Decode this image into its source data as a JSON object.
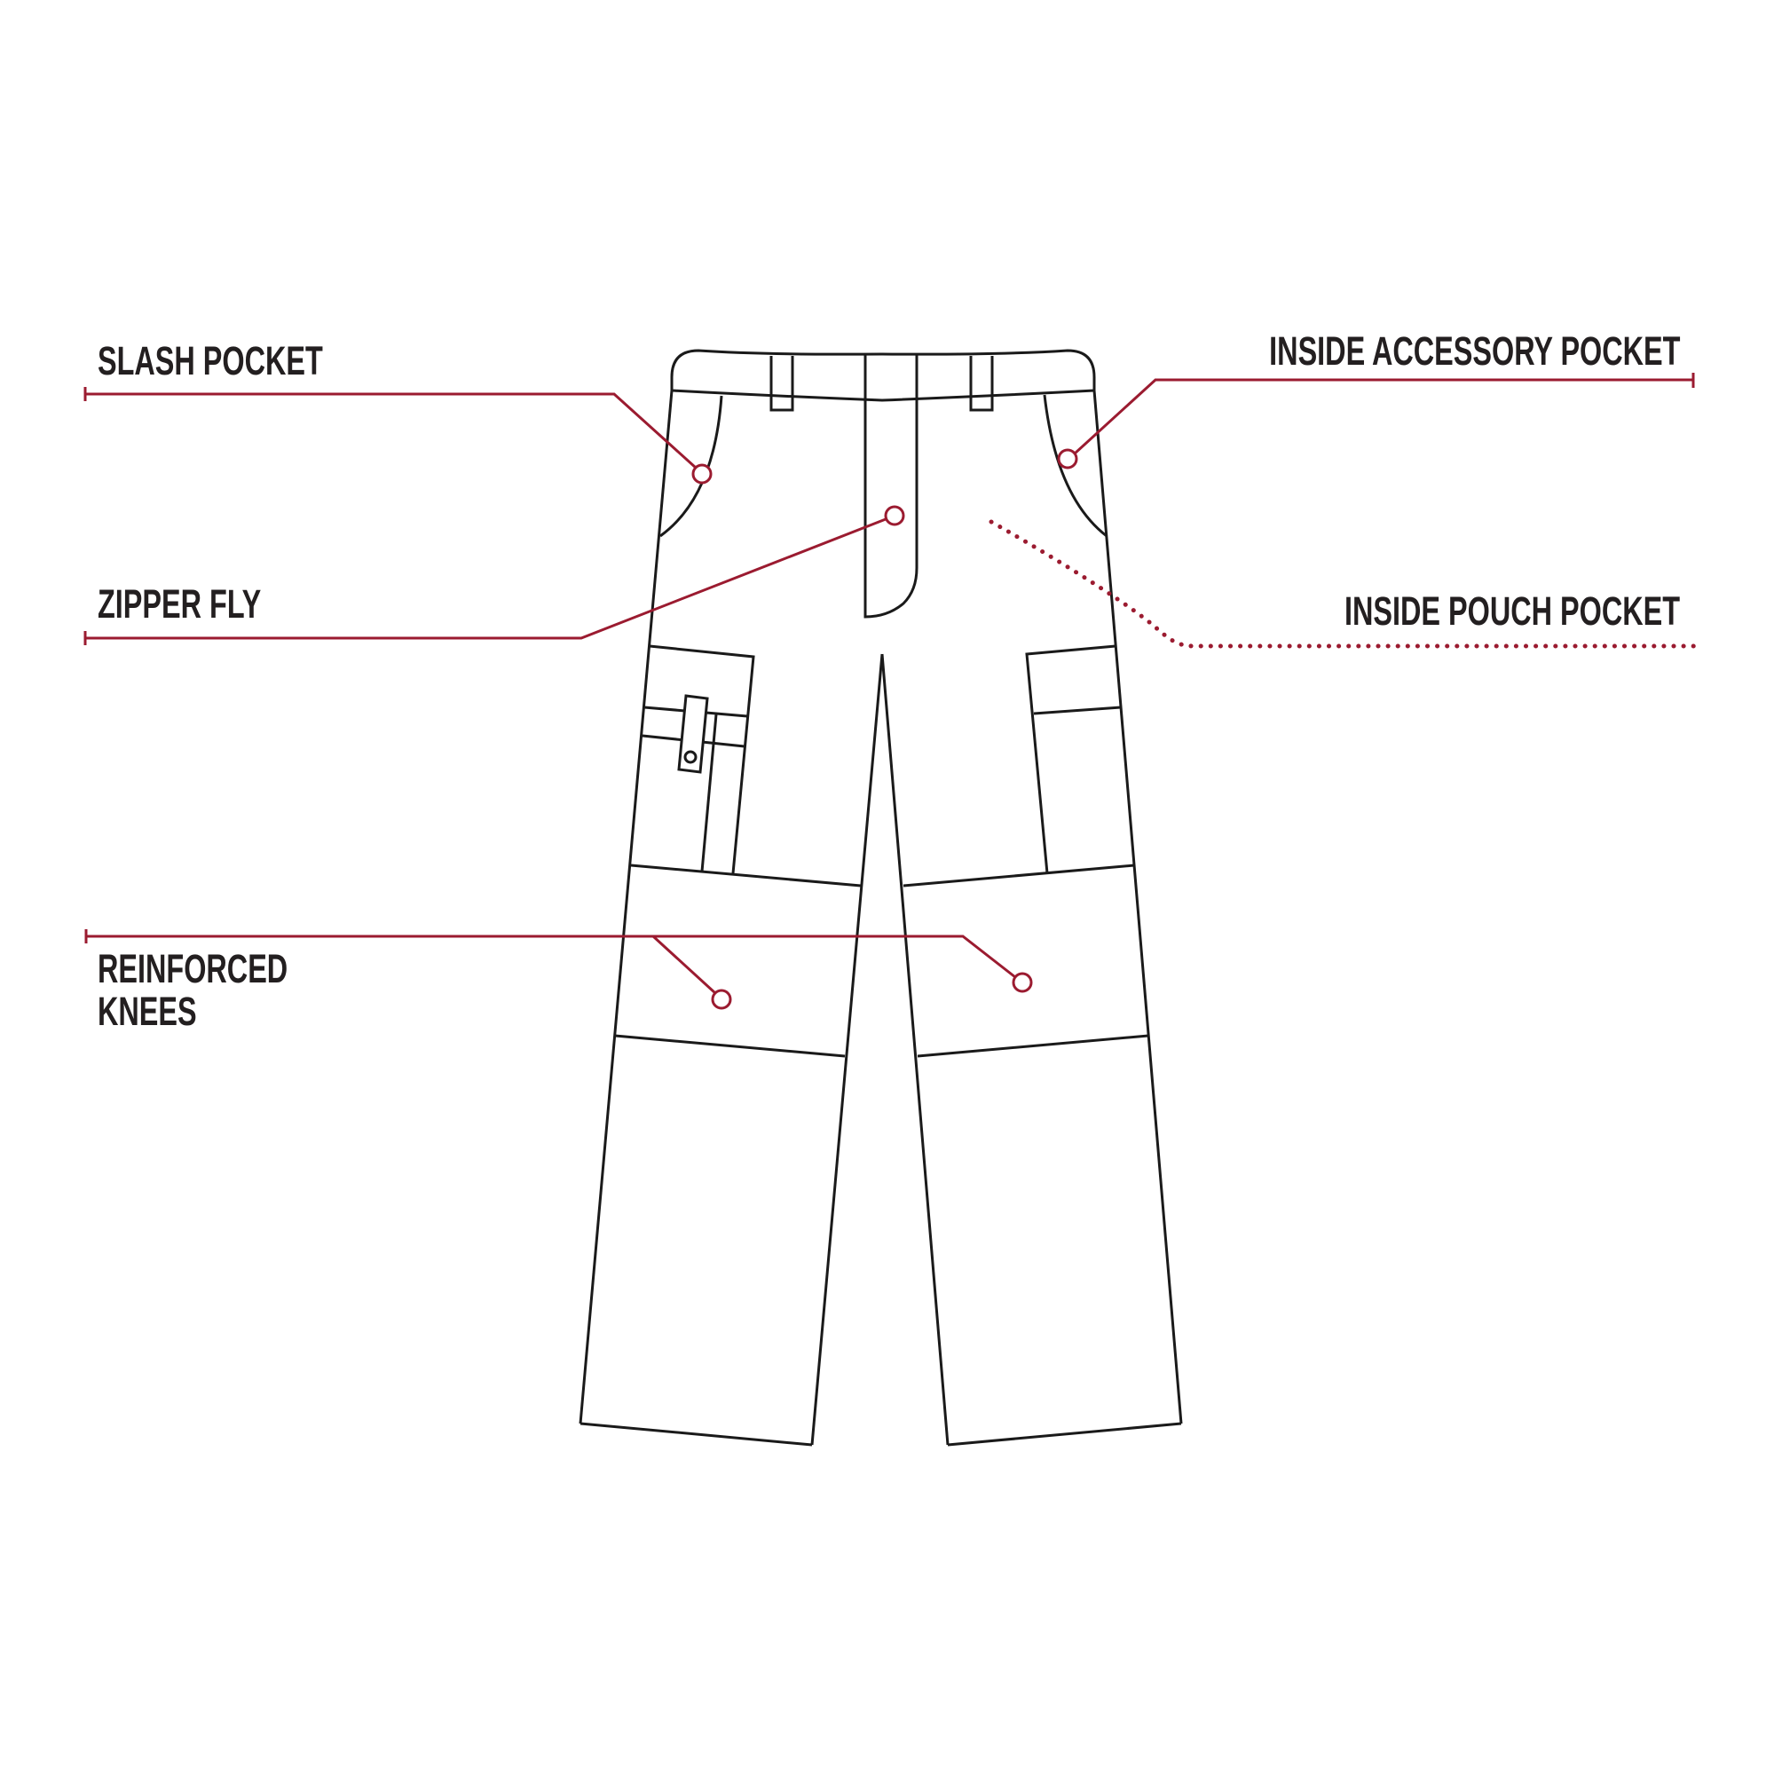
{
  "figure": {
    "subject": "Cargo pants technical line drawing",
    "colors": {
      "outline": "#1a1a1a",
      "leader": "#9b1b30",
      "label_text": "#231f20",
      "background": "#ffffff"
    }
  },
  "callouts": [
    {
      "id": "slash-pocket",
      "label": "SLASH POCKET",
      "side": "left",
      "leader_style": "solid"
    },
    {
      "id": "zipper-fly",
      "label": "ZIPPER FLY",
      "side": "left",
      "leader_style": "solid"
    },
    {
      "id": "reinforced-knees",
      "label_line1": "REINFORCED",
      "label_line2": "KNEES",
      "side": "left",
      "leader_style": "solid",
      "targets": 2
    },
    {
      "id": "inside-accessory-pocket",
      "label": "INSIDE ACCESSORY POCKET",
      "side": "right",
      "leader_style": "solid"
    },
    {
      "id": "inside-pouch-pocket",
      "label": "INSIDE POUCH POCKET",
      "side": "right",
      "leader_style": "dotted"
    }
  ]
}
